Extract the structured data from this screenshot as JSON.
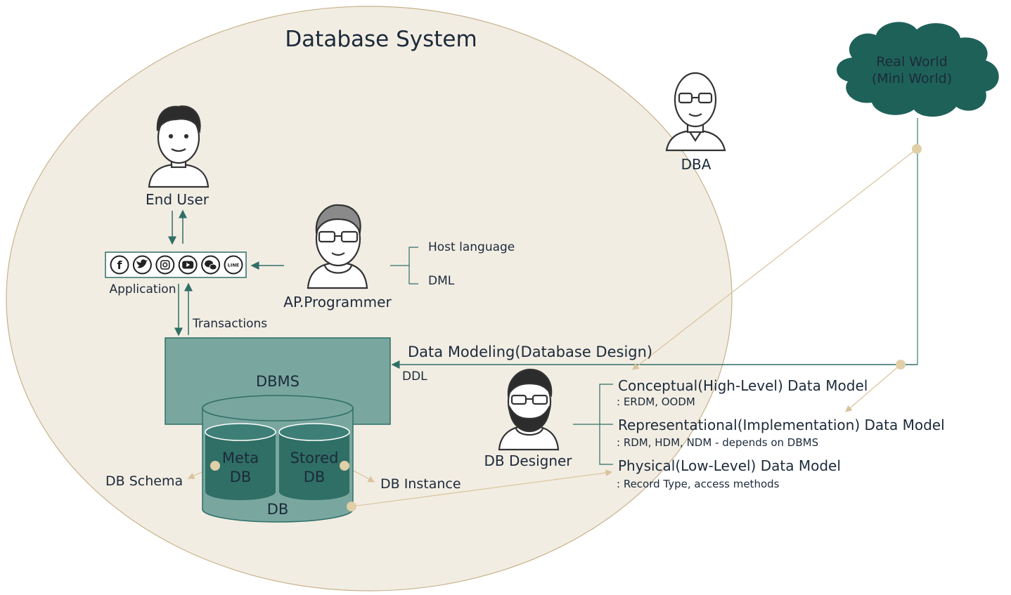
{
  "title": "Database System",
  "real_world": {
    "line1": "Real World",
    "line2": "(Mini World)"
  },
  "actors": {
    "dba": "DBA",
    "end_user": "End User",
    "programmer": "AP.Programmer",
    "designer": "DB Designer"
  },
  "application": {
    "label": "Application",
    "icons": [
      "facebook-icon",
      "twitter-icon",
      "instagram-icon",
      "youtube-icon",
      "wechat-icon",
      "line-icon"
    ],
    "icon_glyphs": [
      "f",
      "",
      "",
      "",
      "",
      "LINE"
    ]
  },
  "labels": {
    "host_language": "Host language",
    "dml": "DML",
    "transactions": "Transactions",
    "data_modeling": "Data Modeling(Database Design)",
    "ddl": "DDL",
    "db_schema": "DB Schema",
    "db_instance": "DB Instance"
  },
  "dbms": {
    "label": "DBMS",
    "meta_db": {
      "line1": "Meta",
      "line2": "DB"
    },
    "stored_db": {
      "line1": "Stored",
      "line2": "DB"
    },
    "db": "DB"
  },
  "models": [
    {
      "title": "Conceptual(High-Level) Data Model",
      "sub": ": ERDM, OODM"
    },
    {
      "title": "Representational(Implementation) Data Model",
      "sub": ": RDM, HDM, NDM - depends on DBMS"
    },
    {
      "title": "Physical(Low-Level) Data Model",
      "sub": ": Record Type, access methods"
    }
  ],
  "colors": {
    "ellipse_fill": "#f2ede3",
    "ellipse_stroke": "#c7b28a",
    "teal": "#2f6f66",
    "teal_dark": "#1f5a52",
    "dbms_fill": "#79a7a0",
    "cloud": "#1e6159",
    "tan_dot": "#e0cfa7",
    "tan_line": "#d9c39a",
    "text": "#1c2a3a"
  }
}
